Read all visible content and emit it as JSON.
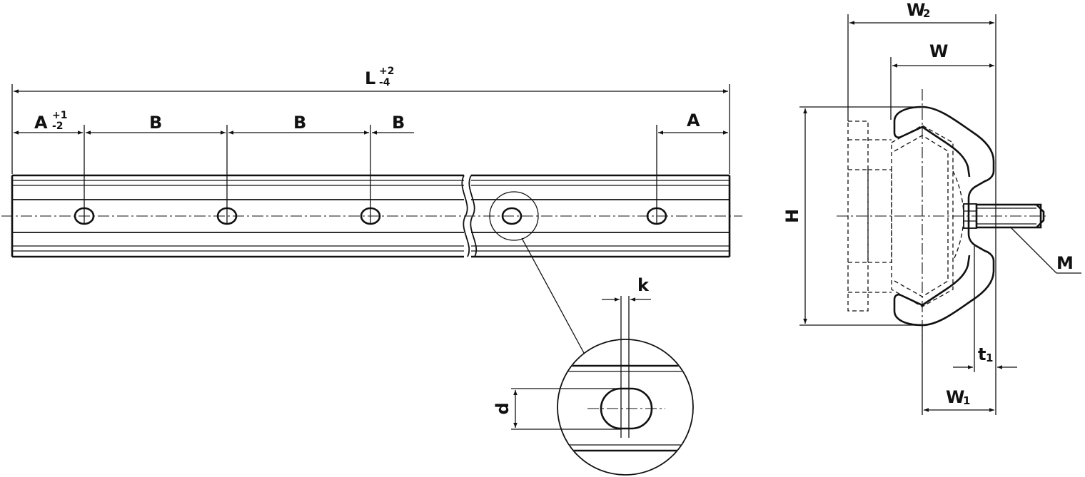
{
  "rail_view": {
    "length_label": "L",
    "length_tol_upper": "+2",
    "length_tol_lower": "-4",
    "end_pitch_label": "A",
    "end_pitch_tol_upper": "+1",
    "end_pitch_tol_lower": "-2",
    "pitch_labels": [
      "B",
      "B",
      "B"
    ],
    "end_pitch_right_label": "A"
  },
  "detail_view": {
    "slot_width_label": "k",
    "hole_dia_label": "d"
  },
  "section_view": {
    "overall_width_label": "W",
    "overall_width_sub": "2",
    "rail_width_label": "W",
    "height_label": "H",
    "bolt_label": "M",
    "thickness_label": "t",
    "thickness_sub": "1",
    "base_width_label": "W",
    "base_width_sub": "1"
  }
}
